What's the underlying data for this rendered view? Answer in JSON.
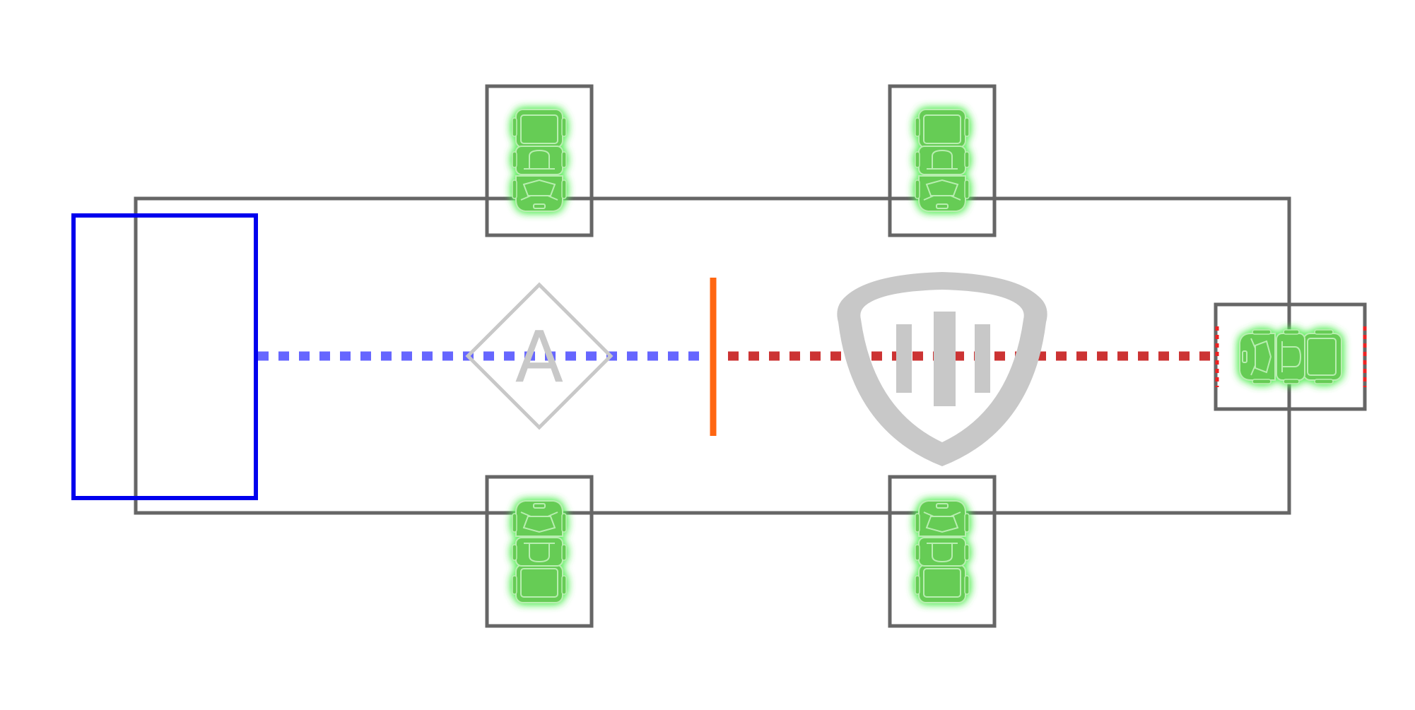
{
  "scene": {
    "type": "top-down battle map",
    "colors": {
      "background": "#ffffff",
      "arena_outline": "#666666",
      "slot_outline": "#666666",
      "spawn_zone": "#0000ee",
      "friendly_lane": "#6666ff",
      "enemy_lane": "#cc3333",
      "enemy_goal_marker": "#ee2222",
      "divider": "#ff6611",
      "objective_icon": "#c8c8c8",
      "unit_fill": "#66cc55",
      "unit_glow": "#55ee55",
      "unit_detail": "#b8eeb0"
    },
    "objectives": {
      "point_a": {
        "icon": "diamond-waypoint-icon",
        "label": "A"
      },
      "defense": {
        "icon": "shield-bars-icon"
      }
    },
    "units": [
      {
        "id": "top-left",
        "icon": "vehicle-icon",
        "facing": "down"
      },
      {
        "id": "top-right",
        "icon": "vehicle-icon",
        "facing": "down"
      },
      {
        "id": "bottom-left",
        "icon": "vehicle-icon",
        "facing": "up"
      },
      {
        "id": "bottom-right",
        "icon": "vehicle-icon",
        "facing": "up"
      },
      {
        "id": "right",
        "icon": "vehicle-icon",
        "facing": "left"
      }
    ]
  }
}
